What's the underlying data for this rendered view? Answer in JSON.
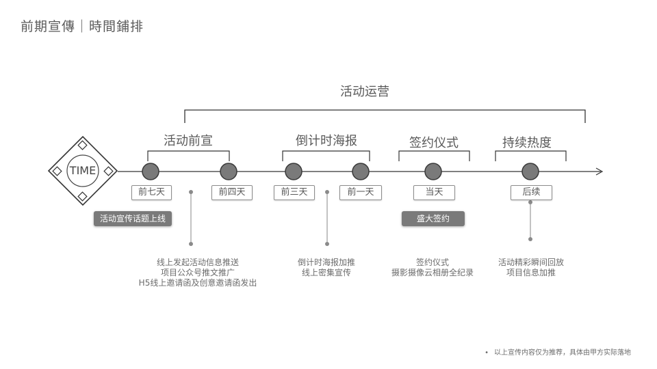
{
  "page_title": "前期宣傳｜時間鋪排",
  "logo_text": "TIME",
  "top_heading": "活动运营",
  "phase_headings": [
    "活动前宣",
    "倒计时海报",
    "签约仪式",
    "持续热度"
  ],
  "milestones": [
    "前七天",
    "前四天",
    "前三天",
    "前一天",
    "当天",
    "后续"
  ],
  "highlight_tags": [
    "活动宣传话题上线",
    "盛大签约"
  ],
  "notes": [
    [
      "线上发起活动信息推送",
      "项目公众号推文推广",
      "H5线上邀请函及创意邀请函发出"
    ],
    [
      "倒计时海报加推",
      "线上密集宣传"
    ],
    [
      "签约仪式",
      "摄影摄像云相册全纪录"
    ],
    [
      "活动精彩瞬间回放",
      "项目信息加推"
    ]
  ],
  "footnote": "以上宣传内容仅为推荐，具体由甲方实际落地",
  "colors": {
    "node": "#7a7a7a",
    "line": "#333333",
    "text": "#595959",
    "tag_dark": "#7a7a7a"
  }
}
